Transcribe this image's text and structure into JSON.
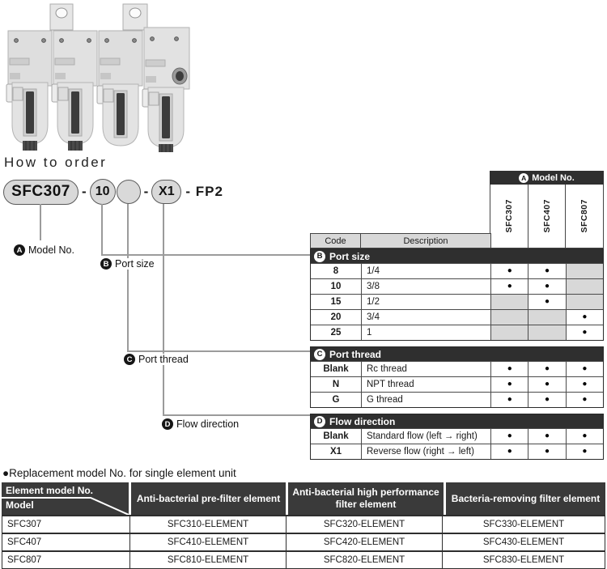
{
  "page": {
    "title": "How to order"
  },
  "order_builder": {
    "model": "SFC307",
    "dash1": "-",
    "port_size": "10",
    "port_thread_blank": "",
    "dash2": "-",
    "flow_direction": "X1",
    "suffix": "- FP2"
  },
  "callouts": {
    "a": {
      "letter": "A",
      "label": "Model No."
    },
    "b": {
      "letter": "B",
      "label": "Port size"
    },
    "c": {
      "letter": "C",
      "label": "Port thread"
    },
    "d": {
      "letter": "D",
      "label": "Flow direction"
    }
  },
  "selection_table": {
    "model_header": {
      "letter": "A",
      "label": "Model No."
    },
    "models": [
      "SFC307",
      "SFC407",
      "SFC807"
    ],
    "code_header": "Code",
    "description_header": "Description",
    "dot": "●",
    "sections": [
      {
        "letter": "B",
        "title": "Port size",
        "rows": [
          {
            "code": "8",
            "description": "1/4",
            "availability": [
              true,
              true,
              false
            ]
          },
          {
            "code": "10",
            "description": "3/8",
            "availability": [
              true,
              true,
              false
            ]
          },
          {
            "code": "15",
            "description": "1/2",
            "availability": [
              false,
              true,
              false
            ]
          },
          {
            "code": "20",
            "description": "3/4",
            "availability": [
              false,
              false,
              true
            ]
          },
          {
            "code": "25",
            "description": "1",
            "availability": [
              false,
              false,
              true
            ]
          }
        ]
      },
      {
        "letter": "C",
        "title": "Port thread",
        "rows": [
          {
            "code": "Blank",
            "description": "Rc thread",
            "availability": [
              true,
              true,
              true
            ]
          },
          {
            "code": "N",
            "description": "NPT thread",
            "availability": [
              true,
              true,
              true
            ]
          },
          {
            "code": "G",
            "description": "G thread",
            "availability": [
              true,
              true,
              true
            ]
          }
        ]
      },
      {
        "letter": "D",
        "title": "Flow direction",
        "rows": [
          {
            "code": "Blank",
            "description": "Standard flow (left → right)",
            "availability": [
              true,
              true,
              true
            ]
          },
          {
            "code": "X1",
            "description": "Reverse flow (right → left)",
            "availability": [
              true,
              true,
              true
            ]
          }
        ]
      }
    ]
  },
  "replacement_table": {
    "bullet": "●",
    "title": "Replacement model No. for single element unit",
    "corner": {
      "top": "Element model No.",
      "bottom": "Model"
    },
    "columns": [
      "Anti-bacterial pre-filter element",
      "Anti-bacterial high performance filter element",
      "Bacteria-removing filter element"
    ],
    "rows": [
      {
        "model": "SFC307",
        "cells": [
          "SFC310-ELEMENT",
          "SFC320-ELEMENT",
          "SFC330-ELEMENT"
        ]
      },
      {
        "model": "SFC407",
        "cells": [
          "SFC410-ELEMENT",
          "SFC420-ELEMENT",
          "SFC430-ELEMENT"
        ]
      },
      {
        "model": "SFC807",
        "cells": [
          "SFC810-ELEMENT",
          "SFC820-ELEMENT",
          "SFC830-ELEMENT"
        ]
      }
    ]
  },
  "colors": {
    "section_bar_bg": "#2f2f2f",
    "unavailable_cell": "#d8d8d8",
    "builder_fill": "#d9d9d9",
    "connector_line": "#9b9b9b",
    "replacement_header_bg": "#3a3a3a"
  }
}
